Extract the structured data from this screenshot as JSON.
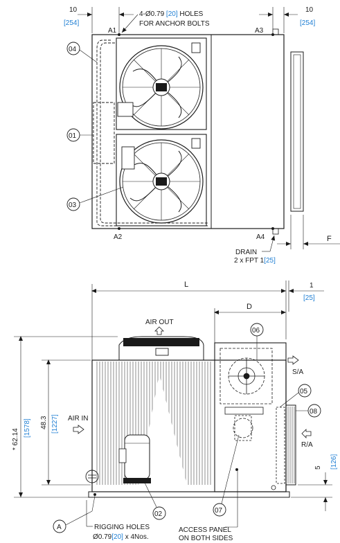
{
  "top_view": {
    "dim_left": "10",
    "dim_left_mm": "[254]",
    "dim_right": "10",
    "dim_right_mm": "[254]",
    "holes_note_prefix": "4-Ø0.79 ",
    "holes_note_mm": "[20]",
    "holes_note_suffix": " HOLES",
    "holes_note_line2": "FOR ANCHOR BOLTS",
    "corner_a1": "A1",
    "corner_a2": "A2",
    "corner_a3": "A3",
    "corner_a4": "A4",
    "drain_line1": "DRAIN",
    "drain_line2_prefix": "2 x FPT 1",
    "drain_line2_mm": "[25]",
    "dim_f": "F",
    "callouts": [
      "04",
      "01",
      "03"
    ]
  },
  "front_view": {
    "dim_l": "L",
    "dim_d": "D",
    "dim_gap": "1",
    "dim_gap_mm": "[25]",
    "air_out": "AIR OUT",
    "air_in": "AIR IN",
    "supply_air": "S/A",
    "return_air": "R/A",
    "height_total": "62.14",
    "height_total_mark": "*",
    "height_total_mm": "[1578]",
    "height_coil": "48.3",
    "height_coil_mm": "[1227]",
    "base_height": "5",
    "base_height_mm": "[126]",
    "callouts": [
      "06",
      "05",
      "08",
      "02",
      "07"
    ],
    "marker_a": "A",
    "rigging_line1": "RIGGING HOLES",
    "rigging_line2_prefix": "Ø0.79",
    "rigging_line2_mm": "[20]",
    "rigging_line2_suffix": " x 4Nos.",
    "access_line1": "ACCESS PANEL",
    "access_line2": "ON BOTH SIDES"
  },
  "colors": {
    "line": "#1a1a1a",
    "metric": "#1f7fd4"
  }
}
